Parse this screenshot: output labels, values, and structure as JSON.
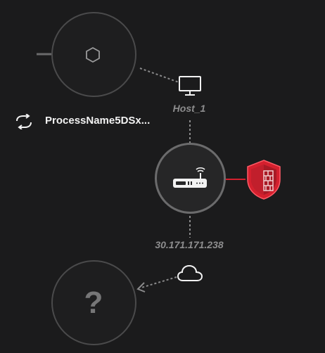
{
  "graph": {
    "process_node": {
      "icon": "hexagon-icon",
      "label": "ProcessName5DSx...",
      "label_icon": "refresh-icon"
    },
    "host_node": {
      "icon": "monitor-icon",
      "label": "Host_1"
    },
    "router_node": {
      "icon": "router-icon"
    },
    "firewall": {
      "icon": "firewall-shield-icon",
      "color": "#d4202e"
    },
    "network_node": {
      "icon": "cloud-icon",
      "label": "30.171.171.238"
    },
    "unknown_node": {
      "glyph": "?"
    }
  },
  "colors": {
    "background": "#1b1b1c",
    "node_border": "#4a4a4b",
    "router_border": "#6b6b6c",
    "label_primary": "#f2f2f2",
    "label_secondary": "#8d8d8e",
    "alert_red": "#d4202e"
  }
}
